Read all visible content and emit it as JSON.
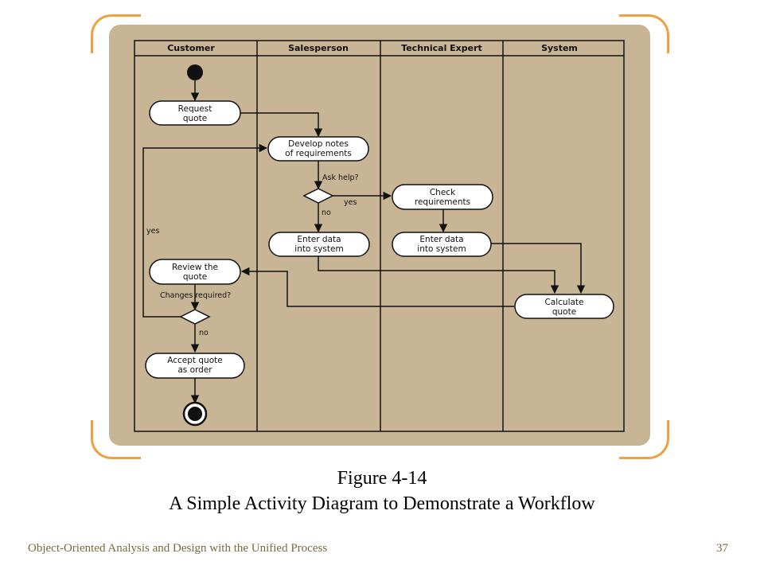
{
  "diagram": {
    "lanes": [
      "Customer",
      "Salesperson",
      "Technical Expert",
      "System"
    ],
    "activities": {
      "request_quote": [
        "Request",
        "quote"
      ],
      "develop_notes": [
        "Develop notes",
        "of requirements"
      ],
      "check_requirements": [
        "Check",
        "requirements"
      ],
      "enter_data_sales": [
        "Enter data",
        "into system"
      ],
      "enter_data_tech": [
        "Enter data",
        "into system"
      ],
      "review_quote": [
        "Review the",
        "quote"
      ],
      "calculate_quote": [
        "Calculate",
        "quote"
      ],
      "accept_quote": [
        "Accept quote",
        "as order"
      ]
    },
    "guards": {
      "ask_help": "Ask help?",
      "ask_yes": "yes",
      "ask_no": "no",
      "changes_required": "Changes required?",
      "changes_yes": "yes",
      "changes_no": "no"
    }
  },
  "caption": {
    "figure": "Figure 4-14",
    "title": "A Simple Activity Diagram to Demonstrate a Workflow"
  },
  "footer": {
    "course": "Object-Oriented Analysis and Design with the Unified Process",
    "page": "37"
  },
  "colors": {
    "accent_bracket": "#f0a040",
    "panel": "#c8b596"
  }
}
